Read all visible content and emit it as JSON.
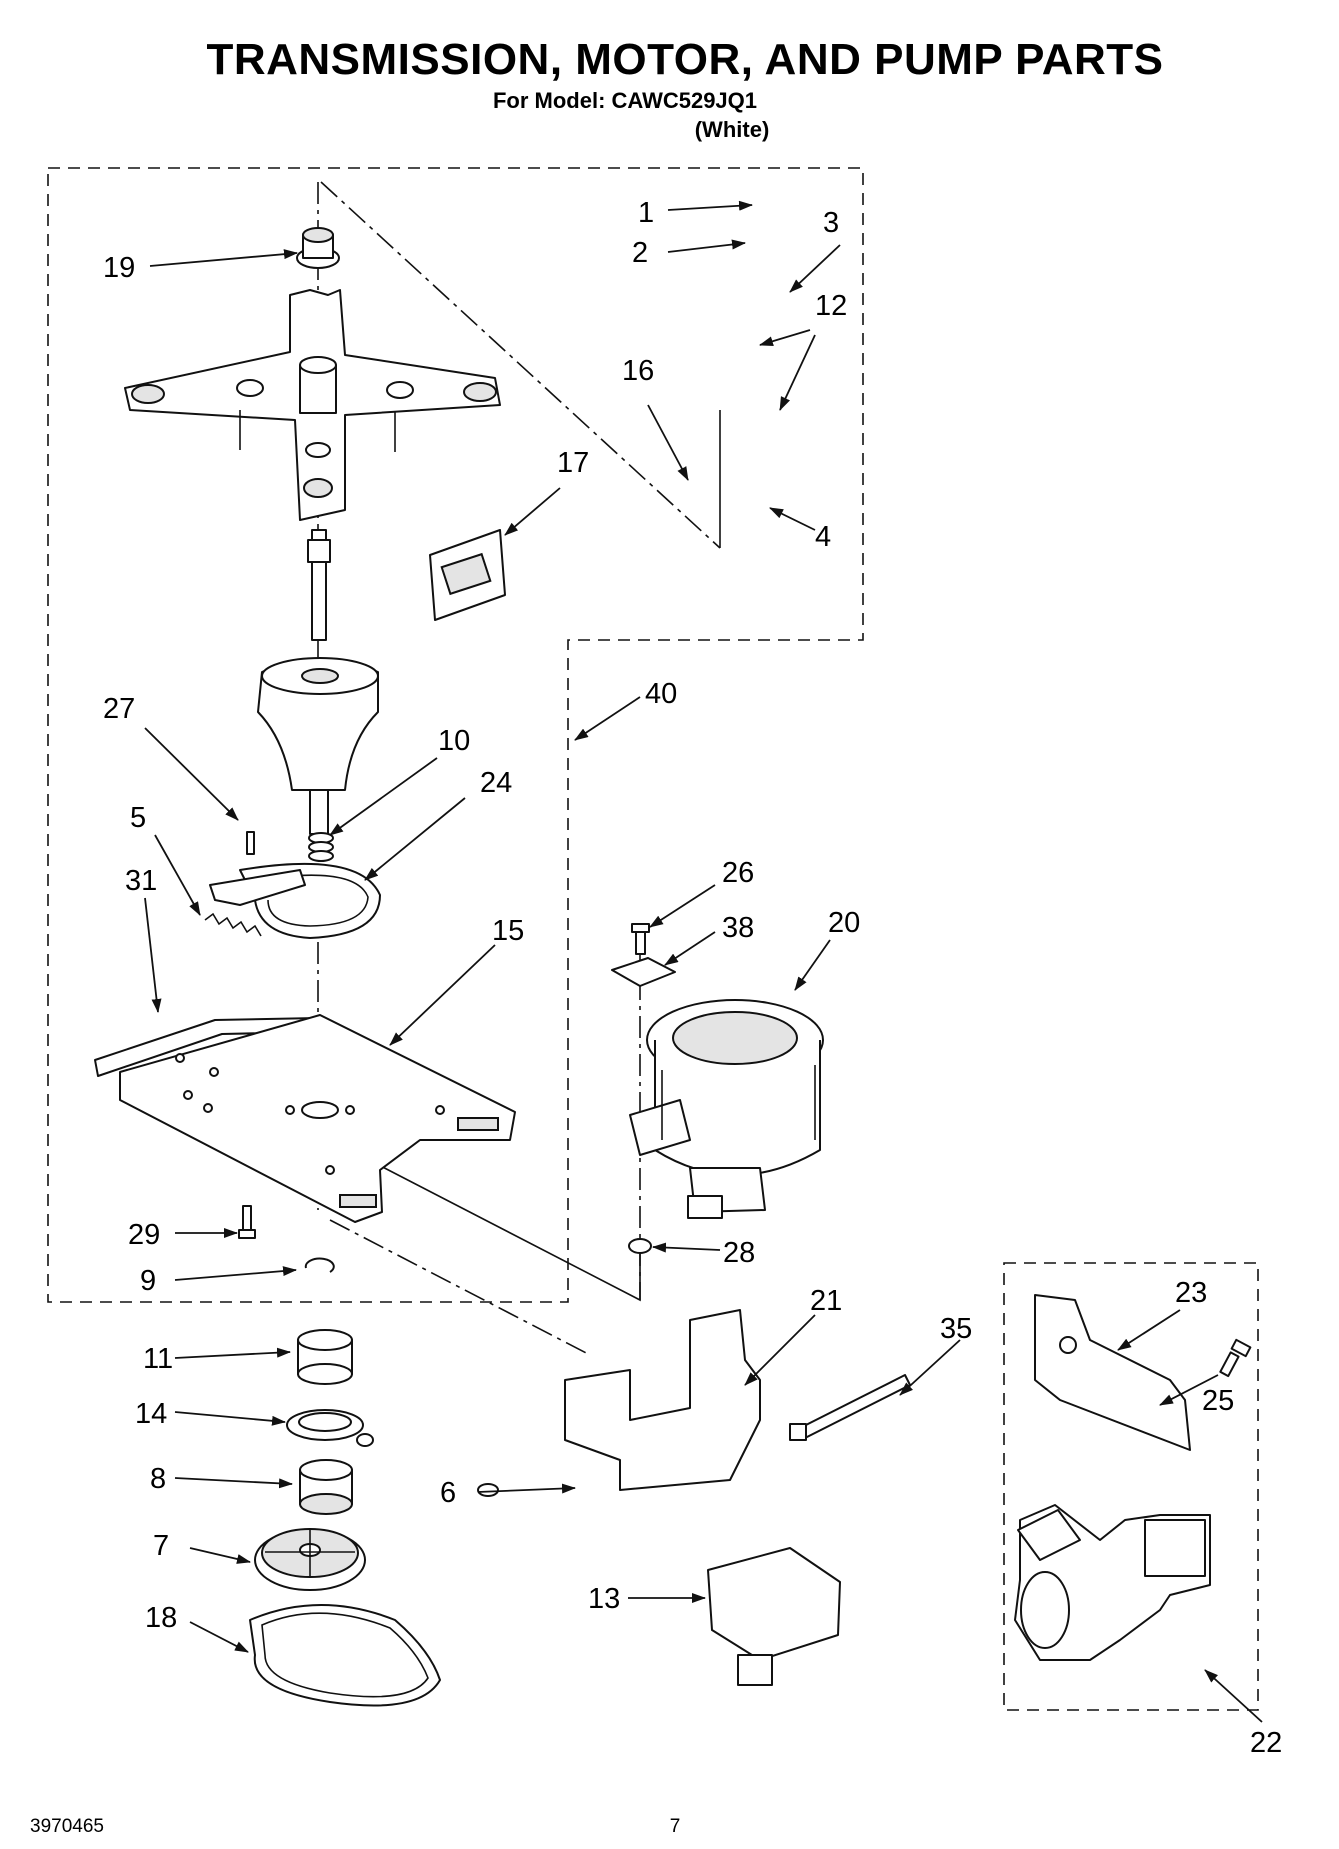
{
  "header": {
    "title": "TRANSMISSION, MOTOR, AND PUMP PARTS",
    "model_line": "For Model: CAWC529JQ1",
    "color_line": "(White)"
  },
  "footer": {
    "doc_number": "3970465",
    "page_number": "7"
  },
  "callouts": [
    "1",
    "2",
    "3",
    "12",
    "16",
    "17",
    "4",
    "19",
    "27",
    "10",
    "24",
    "5",
    "31",
    "15",
    "40",
    "26",
    "38",
    "20",
    "29",
    "9",
    "28",
    "21",
    "35",
    "23",
    "25",
    "11",
    "14",
    "8",
    "6",
    "7",
    "13",
    "18",
    "22"
  ]
}
